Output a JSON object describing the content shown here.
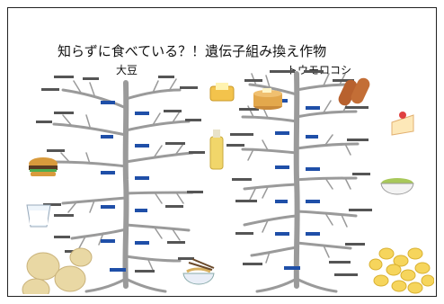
{
  "title": "知らずに食べている？！遺伝子組み換え作物",
  "trees": {
    "soy": {
      "label": "大豆"
    },
    "corn": {
      "label": "トウモロコシ"
    }
  },
  "colors": {
    "branch": "#9a9a9a",
    "tag": "#1f4fa8",
    "soy_bean": "#e9d8a4",
    "corn_kernel": "#f6d55c",
    "burger_bun": "#d89a3c",
    "sausage": "#b8612e",
    "pancake": "#e3a84c"
  }
}
